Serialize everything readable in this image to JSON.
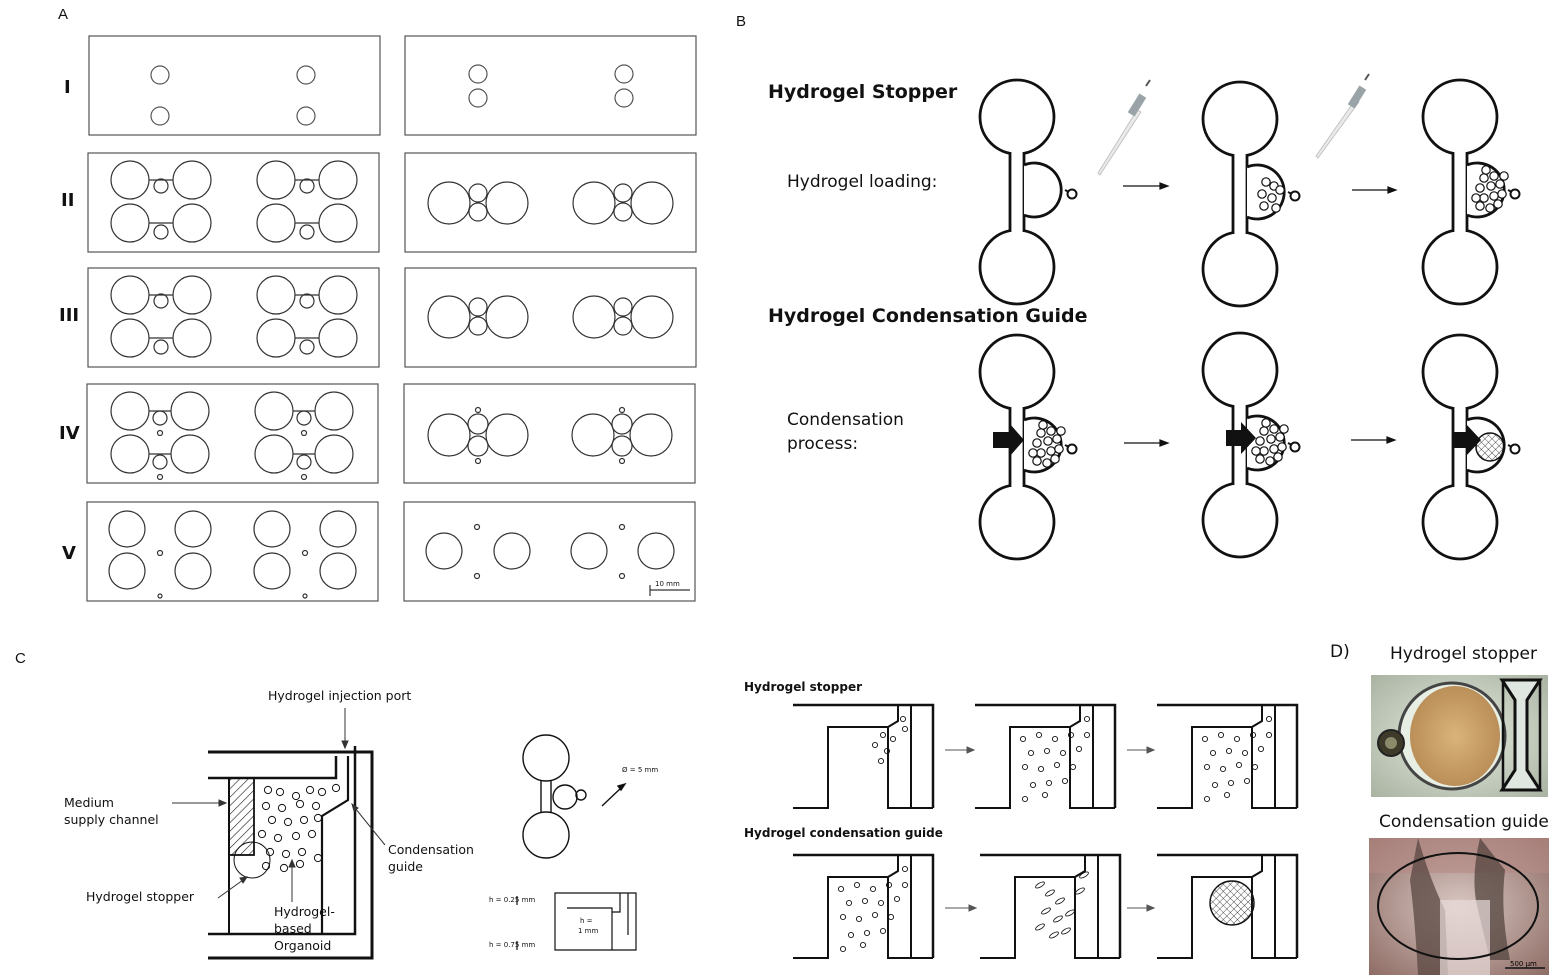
{
  "panel_a": {
    "letter": "A",
    "rows": [
      "I",
      "II",
      "III",
      "IV",
      "V"
    ],
    "scale_bar": "10 mm"
  },
  "panel_b": {
    "letter": "B",
    "stopper_title": "Hydrogel Stopper",
    "loading_label": "Hydrogel loading:",
    "guide_title": "Hydrogel Condensation Guide",
    "condensation_label_1": "Condensation",
    "condensation_label_2": "process:"
  },
  "panel_c": {
    "letter": "C",
    "injection_port": "Hydrogel injection port",
    "medium_1": "Medium",
    "medium_2": "supply channel",
    "condensation_guide_1": "Condensation",
    "condensation_guide_2": "guide",
    "stopper": "Hydrogel stopper",
    "organoid_1": "Hydrogel-",
    "organoid_2": "based",
    "organoid_3": "Organoid",
    "dim_diameter": "Ø = 5 mm",
    "dim_h1": "h = 0.25 mm",
    "dim_h2": "h = 0.75 mm",
    "dim_inner_1": "h =",
    "dim_inner_2": "1 mm",
    "seq_stopper_title": "Hydrogel stopper",
    "seq_guide_title": "Hydrogel condensation guide"
  },
  "panel_d": {
    "letter": "D)",
    "stopper_title": "Hydrogel stopper",
    "guide_title": "Condensation guide",
    "scale": "500 µm"
  }
}
